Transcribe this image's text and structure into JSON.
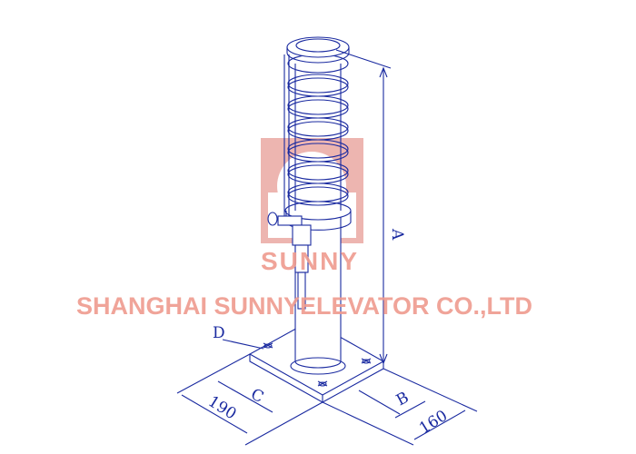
{
  "drawing": {
    "dimensions": {
      "a": "A",
      "b": "B",
      "c": "C",
      "d": "D",
      "width_1": "190",
      "width_2": "160"
    }
  },
  "watermark": {
    "brand": "SUNNY",
    "company": "SHANGHAI SUNNYELEVATOR CO.,LTD",
    "color": "#ef9b8e"
  }
}
